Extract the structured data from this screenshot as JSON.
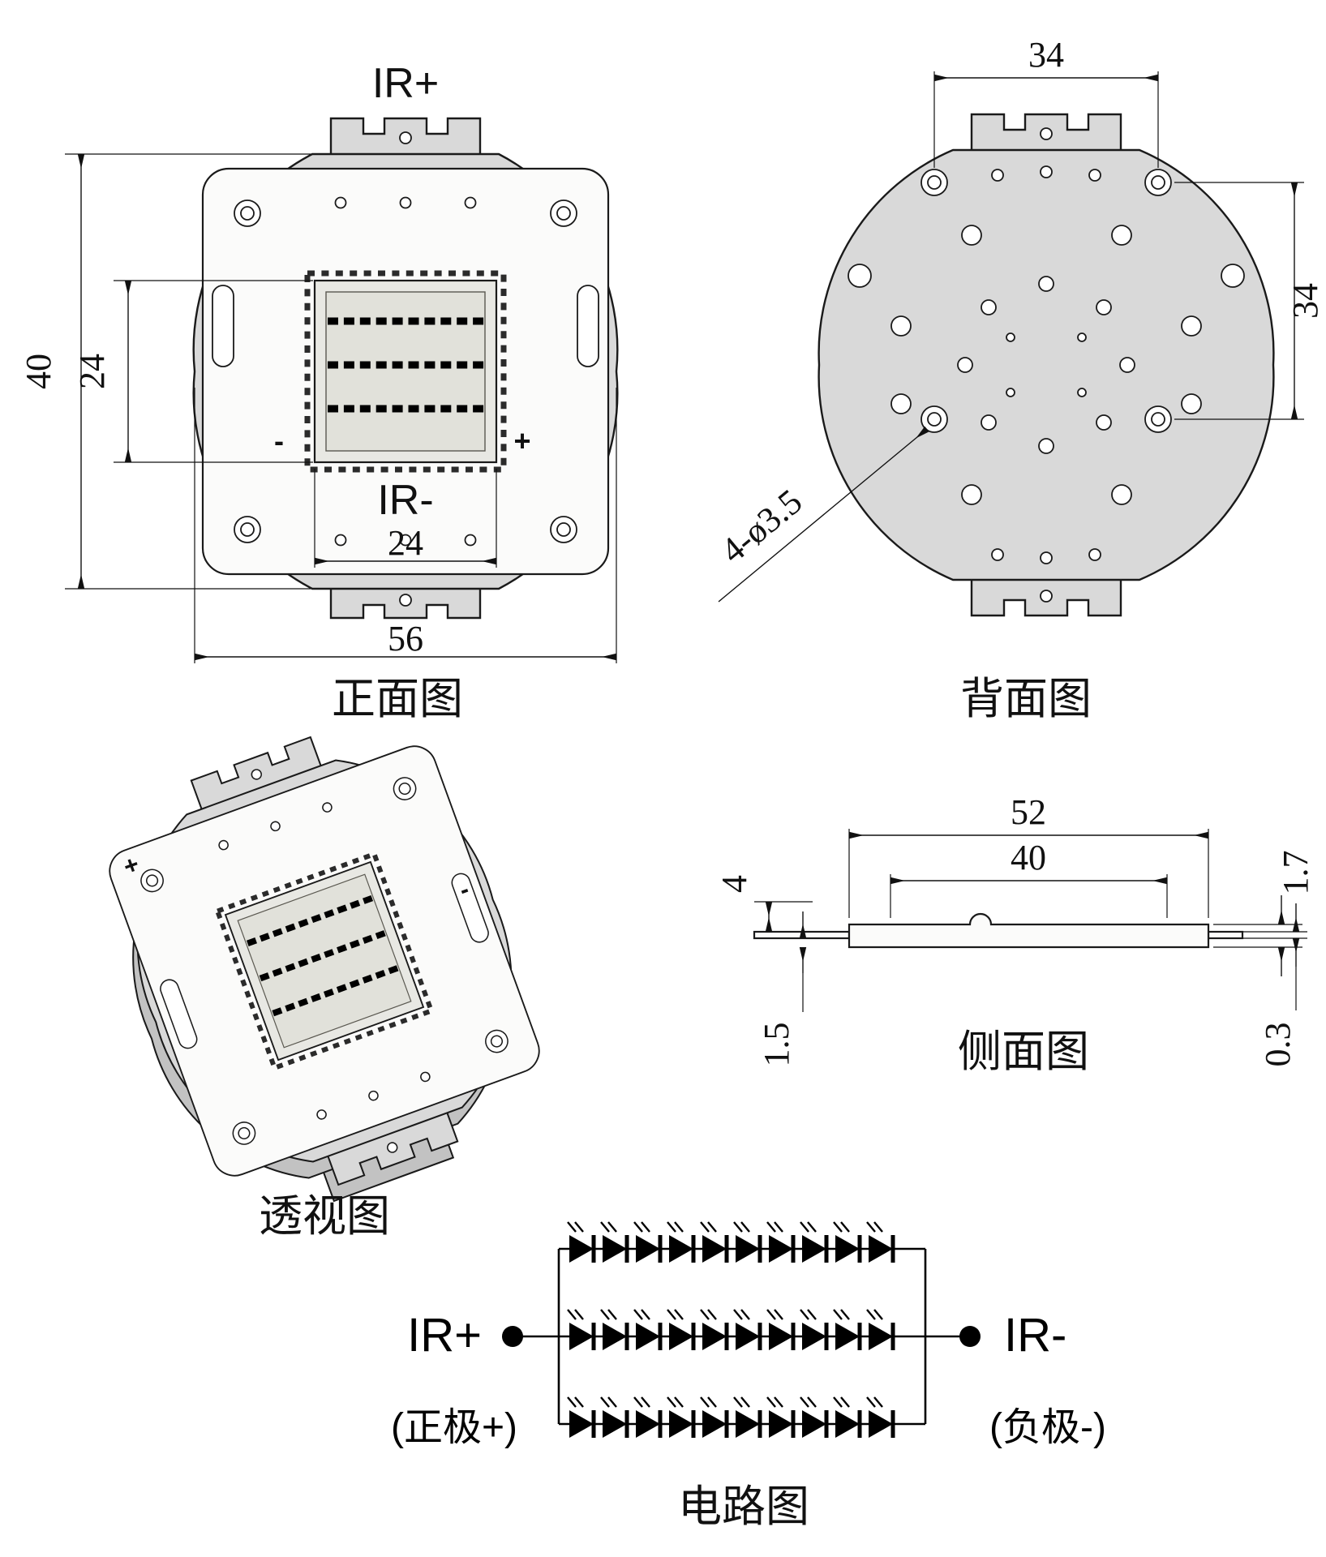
{
  "front_view": {
    "caption": "正面图",
    "anode_label": "IR+",
    "cathode_label": "IR-",
    "dims": {
      "height_outer": "40",
      "height_inner": "24",
      "width_inner": "24",
      "width_outer": "56"
    },
    "polarity": {
      "minus": "-",
      "plus": "+"
    }
  },
  "back_view": {
    "caption": "背面图",
    "dims": {
      "hole_span_top": "34",
      "hole_span_right": "34",
      "hole_callout": "4-ø3.5"
    }
  },
  "perspective_view": {
    "caption": "透视图",
    "polarity": {
      "plus": "+",
      "minus": "-"
    }
  },
  "side_view": {
    "caption": "侧面图",
    "dims": {
      "overall_width": "52",
      "body_width": "40",
      "lead_width": "4",
      "body_thickness": "1.7",
      "lead_offset": "1.5",
      "lead_thickness": "0.3"
    }
  },
  "circuit": {
    "caption": "电路图",
    "anode_label": "IR+",
    "anode_sub_label": "(正极+)",
    "cathode_label": "IR-",
    "cathode_sub_label": "(负极-)",
    "rows": 3,
    "diodes_per_row": 10
  }
}
